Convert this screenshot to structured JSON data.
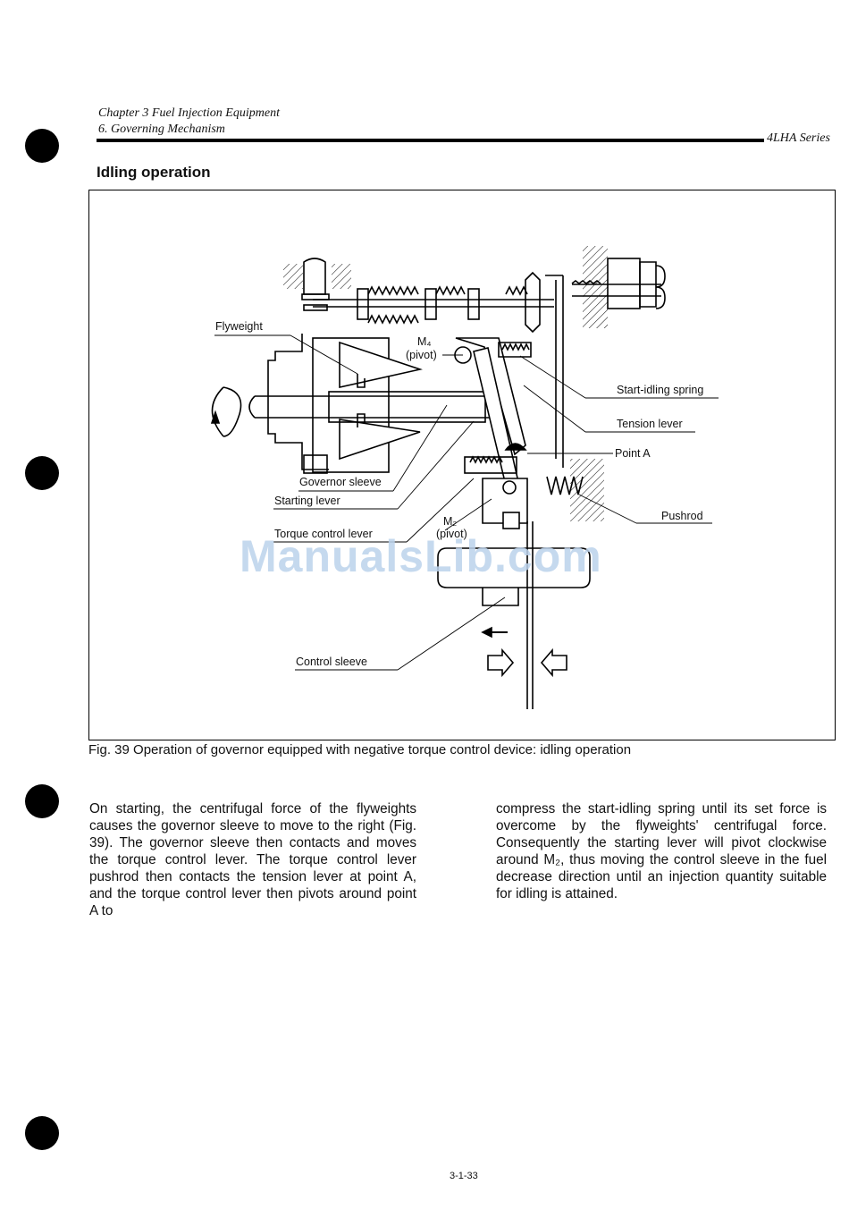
{
  "header": {
    "chapter": "Chapter 3 Fuel Injection Equipment",
    "section": "6. Governing Mechanism",
    "series": "4LHA Series"
  },
  "section_title": "Idling operation",
  "figure": {
    "labels": {
      "flyweight": "Flyweight",
      "m4": "M₄",
      "m4_pivot": "(pivot)",
      "start_idling_spring": "Start-idling spring",
      "tension_lever": "Tension lever",
      "point_a": "Point A",
      "governor_sleeve": "Governor sleeve",
      "starting_lever": "Starting lever",
      "m2": "M₂",
      "m2_pivot": "(pivot)",
      "torque_control_lever": "Torque control lever",
      "pushrod": "Pushrod",
      "control_sleeve": "Control sleeve"
    },
    "caption": "Fig. 39  Operation of governor equipped with negative torque control device: idling operation",
    "watermark": "ManualsLib.com"
  },
  "body": {
    "left": "On starting, the centrifugal force of the flyweights causes the governor sleeve to move to the right (Fig. 39). The governor sleeve then contacts and moves the torque control lever. The torque control lever pushrod then contacts the tension lever at point A, and the torque control lever then pivots around point A to",
    "right": "compress the start-idling spring until its set force is overcome by the flyweights' centrifugal force. Consequently the starting lever will pivot clockwise around M₂, thus moving the control sleeve in the fuel decrease direction until an injection quantity suitable for idling is attained."
  },
  "page_number": "3-1-33"
}
